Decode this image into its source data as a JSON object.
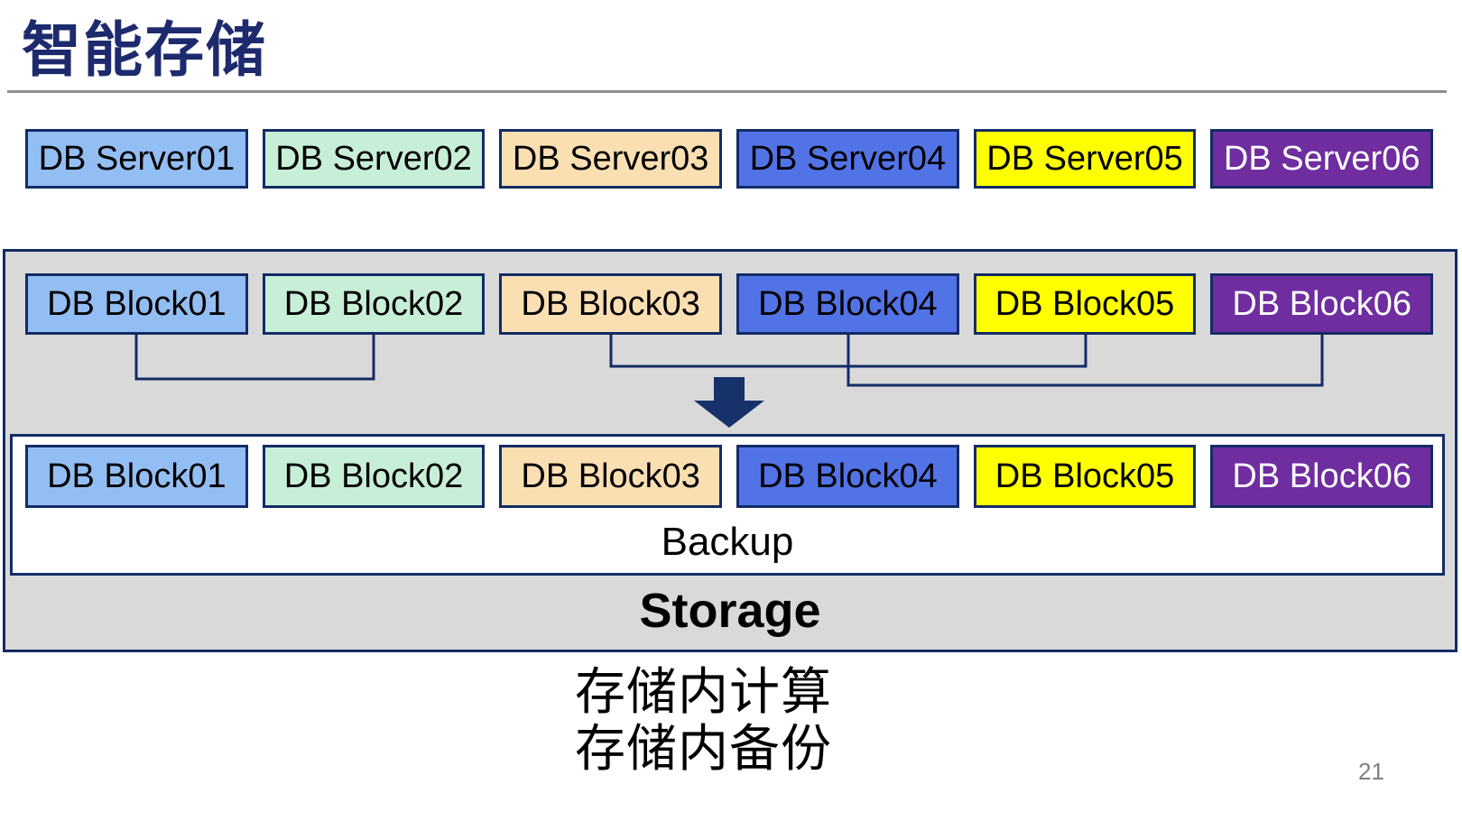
{
  "slide": {
    "title": "智能存储",
    "page_number": "21"
  },
  "servers": {
    "items": [
      "DB Server01",
      "DB Server02",
      "DB Server03",
      "DB Server04",
      "DB Server05",
      "DB Server06"
    ]
  },
  "storage": {
    "label": "Storage",
    "backup_label": "Backup",
    "blocks_top": [
      "DB Block01",
      "DB Block02",
      "DB Block03",
      "DB Block04",
      "DB Block05",
      "DB Block06"
    ],
    "blocks_bottom": [
      "DB Block01",
      "DB Block02",
      "DB Block03",
      "DB Block04",
      "DB Block05",
      "DB Block06"
    ]
  },
  "caption": {
    "line1": "存储内计算",
    "line2": "存储内备份"
  },
  "palette": {
    "fills": [
      "#93bef3",
      "#c7eed6",
      "#fadfb2",
      "#5273e6",
      "#ffff00",
      "#6f2da0"
    ],
    "box_text_colors": [
      "#000000",
      "#000000",
      "#000000",
      "#000000",
      "#000000",
      "#ffffff"
    ],
    "border": "#132c66",
    "title_color": "#1e2a6e",
    "container_fill": "#d9d9d9",
    "arrow_color": "#17326b",
    "rule_color": "#8e8e8e",
    "page_number_color": "#808080"
  }
}
